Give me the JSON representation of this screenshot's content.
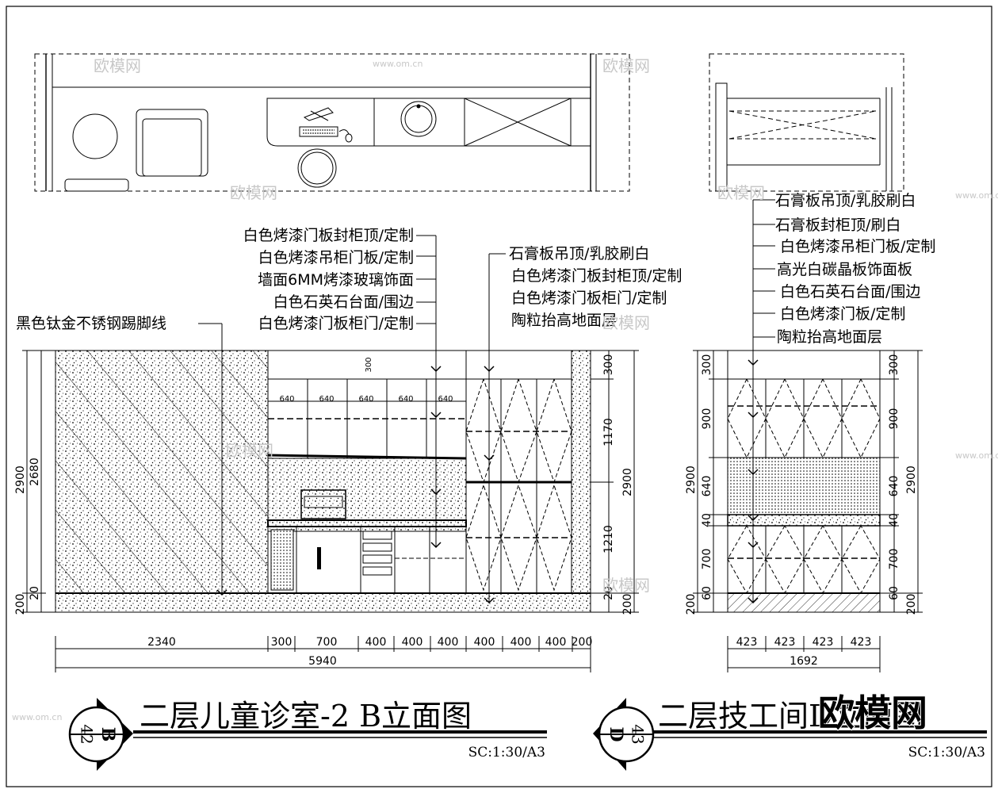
{
  "elevation_b": {
    "title": "二层儿童诊室-2 B立面图",
    "circle_letter": "B",
    "circle_number": "42",
    "scale": "SC:1:30/A3",
    "labels_left": [
      "白色烤漆门板封柜顶/定制",
      "白色烤漆吊柜门板/定制",
      "墙面6MM烤漆玻璃饰面",
      "白色石英石台面/围边",
      "白色烤漆门板柜门/定制"
    ],
    "label_skirting": "黑色钛金不锈钢踢脚线",
    "labels_right": [
      "石膏板吊顶/乳胶刷白",
      "白色烤漆门板封柜顶/定制",
      "白色烤漆门板柜门/定制",
      "陶粒抬高地面层"
    ],
    "dims_bottom": [
      "2340",
      "300",
      "700",
      "400",
      "400",
      "400",
      "400",
      "400",
      "400",
      "200"
    ],
    "dim_total": "5940",
    "dims_left_outer": [
      "2900",
      "200"
    ],
    "dims_left_inner": [
      "2680",
      "20"
    ],
    "dims_right_inner": [
      "300",
      "1170",
      "1210",
      "20"
    ],
    "dims_right_outer": [
      "2900",
      "200"
    ],
    "cabinet_marks": [
      "640",
      "640",
      "640",
      "640",
      "640"
    ],
    "top_mark": "300"
  },
  "elevation_d": {
    "title": "二层技工间D立面图",
    "circle_letter": "D",
    "circle_number": "43",
    "scale": "SC:1:30/A3",
    "labels": [
      "石膏板吊顶/乳胶刷白",
      "石膏板封柜顶/刷白",
      "白色烤漆吊柜门板/定制",
      "高光白碳晶板饰面板",
      "白色石英石台面/围边",
      "白色烤漆门板/定制",
      "陶粒抬高地面层"
    ],
    "dims_bottom": [
      "423",
      "423",
      "423",
      "423"
    ],
    "dim_total": "1692",
    "dims_left_outer": [
      "2900",
      "200"
    ],
    "dims_left_inner": [
      "300",
      "900",
      "640",
      "40",
      "700",
      "60"
    ],
    "dims_right_inner": [
      "300",
      "900",
      "640",
      "40",
      "700",
      "60"
    ],
    "dims_right_outer": [
      "2900",
      "200"
    ]
  },
  "watermark": "欧模网",
  "watermark_url": "www.om.cn"
}
